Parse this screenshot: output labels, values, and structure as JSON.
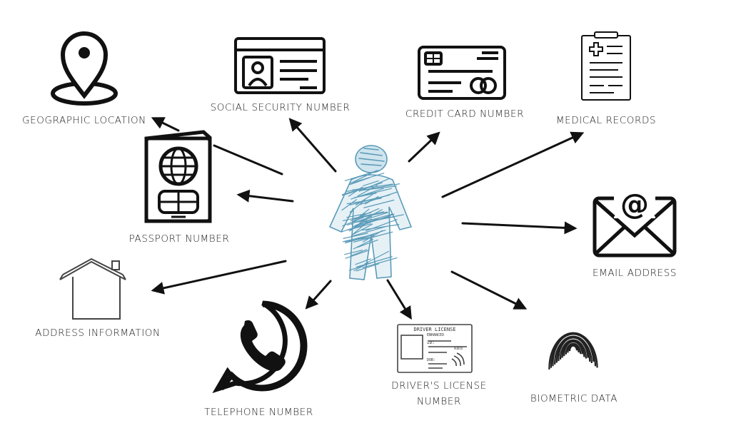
{
  "center": {
    "icon": "scribbled-person-icon",
    "color": "#5b9bb8"
  },
  "nodes": [
    {
      "id": "geographic-location",
      "icon": "map-pin-icon",
      "label": "GEOGRAPHIC LOCATION"
    },
    {
      "id": "social-security-number",
      "icon": "id-card-icon",
      "label": "SOCIAL SECURITY NUMBER"
    },
    {
      "id": "credit-card-number",
      "icon": "credit-card-icon",
      "label": "CREDIT CARD NUMBER"
    },
    {
      "id": "medical-records",
      "icon": "clipboard-medical-icon",
      "label": "MEDICAL RECORDS"
    },
    {
      "id": "passport-number",
      "icon": "passport-icon",
      "label": "PASSPORT NUMBER"
    },
    {
      "id": "email-address",
      "icon": "envelope-at-icon",
      "label": "EMAIL ADDRESS"
    },
    {
      "id": "address-information",
      "icon": "house-icon",
      "label": "ADDRESS INFORMATION"
    },
    {
      "id": "telephone-number",
      "icon": "phone-chat-icon",
      "label": "TELEPHONE NUMBER"
    },
    {
      "id": "drivers-license-number",
      "icon": "drivers-license-icon",
      "label": "DRIVER'S LICENSE NUMBER"
    },
    {
      "id": "biometric-data",
      "icon": "fingerprint-icon",
      "label": "BIOMETRIC DATA"
    }
  ],
  "license_card": {
    "title": "DRIVER LICENSE",
    "line2": "ENHANCED",
    "line3": "ID:",
    "line4": "AUDIO",
    "line5": "DOB:"
  }
}
